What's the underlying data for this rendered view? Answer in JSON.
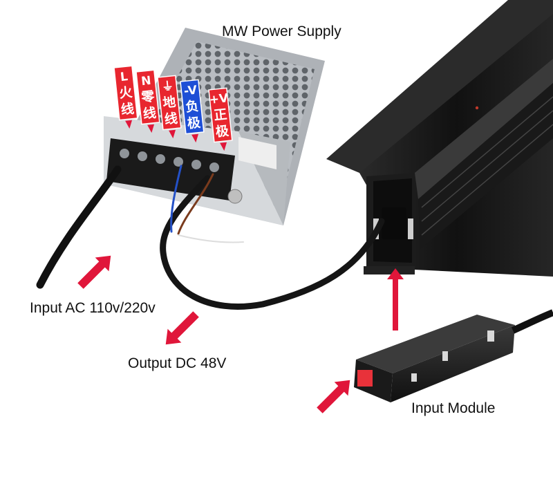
{
  "image": {
    "captions": {
      "power_supply": "MW Power Supply",
      "input_ac": "Input AC 110v/220v",
      "output_dc": "Output DC 48V",
      "input_module": "Input Module"
    },
    "terminal_labels": [
      {
        "symbol": "L",
        "cn1": "火",
        "cn2": "线",
        "color": "#e8262f"
      },
      {
        "symbol": "N",
        "cn1": "零",
        "cn2": "线",
        "color": "#e8262f"
      },
      {
        "symbol": "⏚",
        "cn1": "地",
        "cn2": "线",
        "color": "#e8262f"
      },
      {
        "symbol": "-V",
        "cn1": "负",
        "cn2": "极",
        "color": "#1e4fd6"
      },
      {
        "symbol": "+V",
        "cn1": "正",
        "cn2": "极",
        "color": "#e8262f"
      }
    ],
    "colors": {
      "arrow": "#e0163a",
      "track": "#1a1a1a",
      "psu_case": "#c9ccd0",
      "module_button": "#e8323a"
    }
  }
}
